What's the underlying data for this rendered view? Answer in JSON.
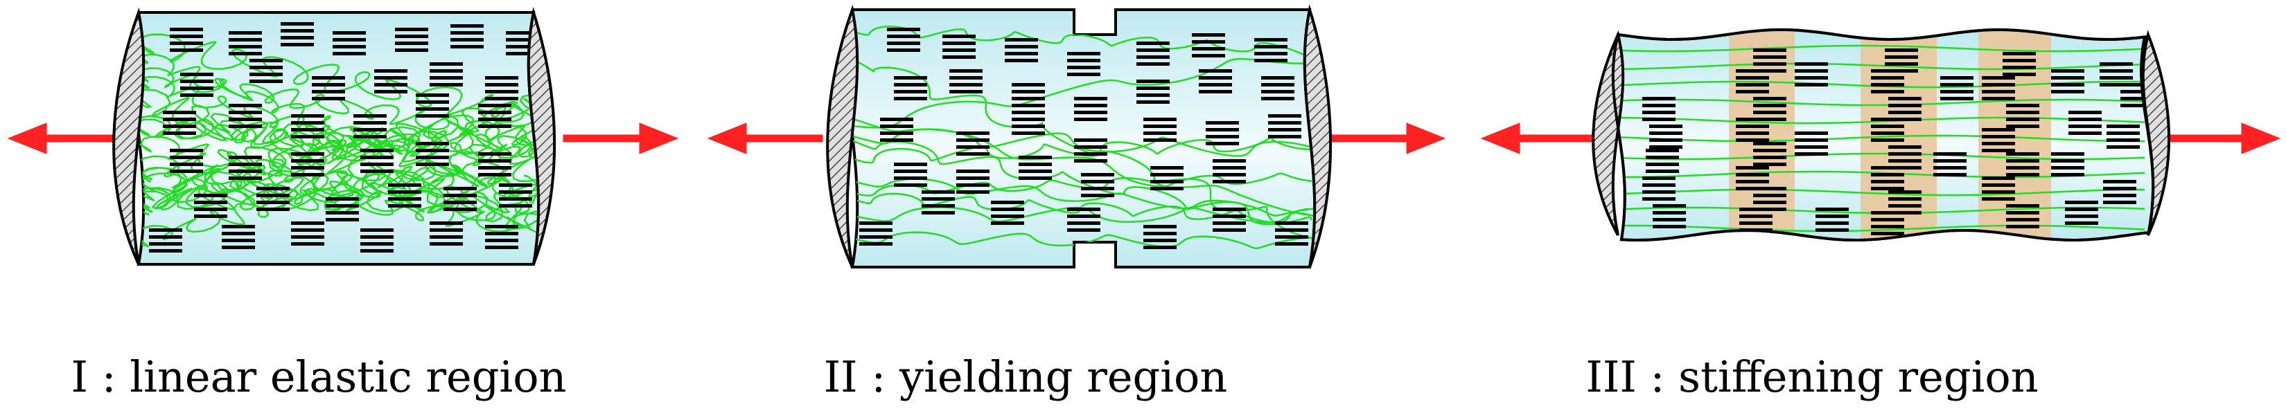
{
  "colors": {
    "tube_fill": "#cfeff3",
    "tube_fill_light": "#ffffff",
    "chain": "#22dd22",
    "crystal": "#000000",
    "arrow": "#ff2222",
    "band": "#e9c79c",
    "hatch": "#555555"
  },
  "panels": [
    {
      "id": "linear-elastic",
      "label": "I : linear elastic region",
      "chain_shape": "coiled",
      "crystal_bands": 0,
      "necked": false
    },
    {
      "id": "yielding",
      "label": "II : yielding region",
      "chain_shape": "wavy",
      "crystal_bands": 0,
      "necked": true
    },
    {
      "id": "stiffening",
      "label": "III : stiffening region",
      "chain_shape": "straight",
      "crystal_bands": 3,
      "necked": false
    }
  ]
}
